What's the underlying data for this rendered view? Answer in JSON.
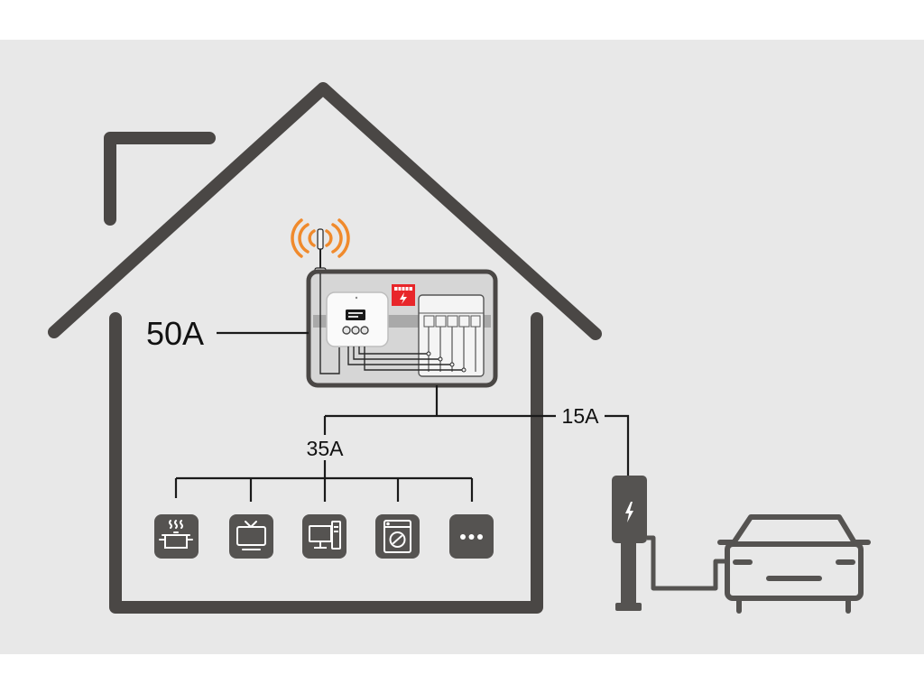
{
  "diagram": {
    "main_supply_label": "50A",
    "household_label": "35A",
    "charger_label": "15A",
    "appliances": [
      {
        "icon": "cooking-pot-icon"
      },
      {
        "icon": "tv-icon"
      },
      {
        "icon": "computer-icon"
      },
      {
        "icon": "washing-machine-icon"
      },
      {
        "icon": "more-icon"
      }
    ],
    "colors": {
      "background_panel": "#e8e8e8",
      "house_outline": "#4a4745",
      "appliance_tile": "#555351",
      "wifi_signal": "#f08a2c",
      "warning_badge": "#e8262a",
      "wire": "#1a1a1a"
    }
  }
}
